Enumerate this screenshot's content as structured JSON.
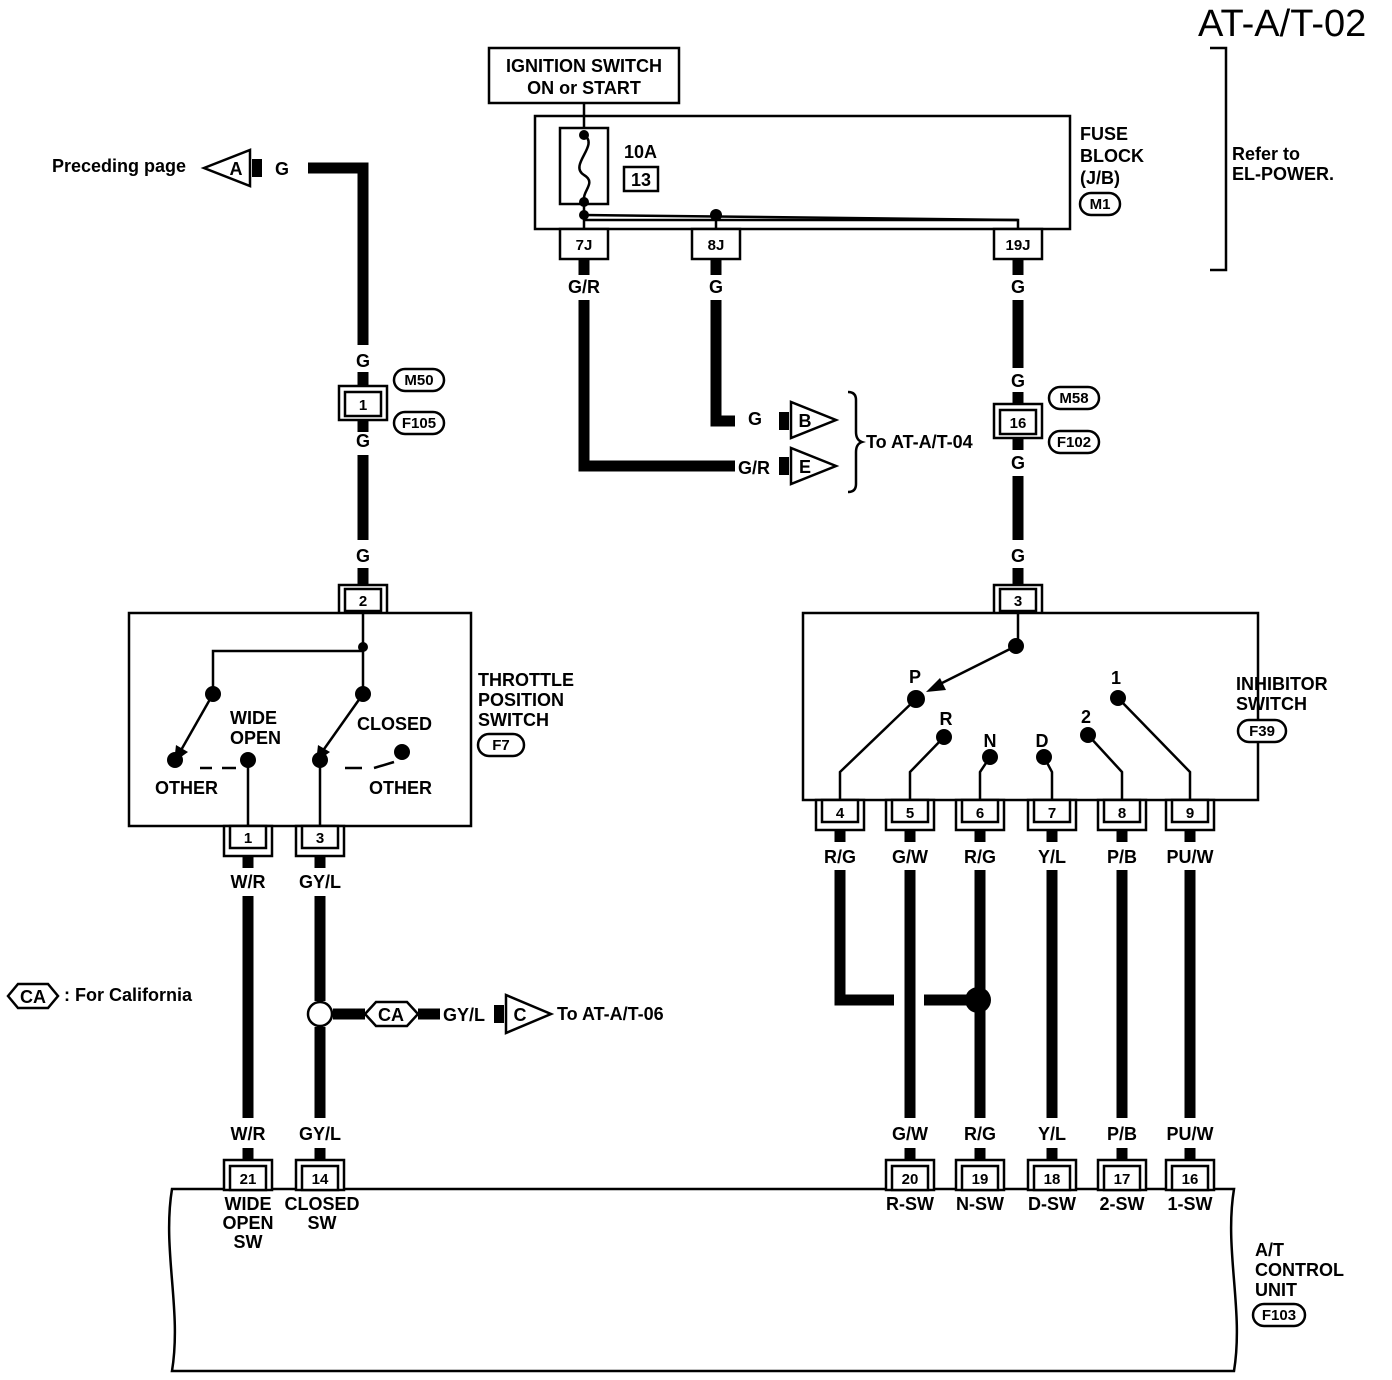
{
  "page_title": "AT-A/T-02",
  "ignition": {
    "line1": "IGNITION SWITCH",
    "line2": "ON or START"
  },
  "fuse_block": {
    "amp": "10A",
    "fuse_no": "13",
    "l1": "FUSE",
    "l2": "BLOCK",
    "l3": "(J/B)",
    "connector": "M1",
    "pins": [
      "7J",
      "8J",
      "19J"
    ]
  },
  "refer": {
    "l1": "Refer to",
    "l2": "EL-POWER."
  },
  "preceding": {
    "label": "Preceding page",
    "marker": "A",
    "color": "G"
  },
  "conn_m50": {
    "pin": "1",
    "top": "M50",
    "bottom": "F105",
    "color_top": "G",
    "color_bottom": "G"
  },
  "conn_m58": {
    "pin": "16",
    "top": "M58",
    "bottom": "F102",
    "color_top": "G",
    "color_bottom": "G"
  },
  "fuse_wires": {
    "w7j": "G/R",
    "w8j": "G",
    "w19j": "G"
  },
  "to_at04": {
    "b_color": "G",
    "b": "B",
    "e_color": "G/R",
    "e": "E",
    "label": "To AT-A/T-04"
  },
  "throttle": {
    "pin_top": "2",
    "color_top": "G",
    "wide1": "WIDE",
    "wide2": "OPEN",
    "closed": "CLOSED",
    "other1": "OTHER",
    "other2": "OTHER",
    "name1": "THROTTLE",
    "name2": "POSITION",
    "name3": "SWITCH",
    "connector": "F7",
    "pins": [
      "1",
      "3"
    ],
    "colors": [
      "W/R",
      "GY/L"
    ]
  },
  "california": {
    "badge": "CA",
    "label": ": For California"
  },
  "to_at06": {
    "badge": "CA",
    "color": "GY/L",
    "marker": "C",
    "label": "To AT-A/T-06"
  },
  "inhibitor": {
    "pin_top": "3",
    "color_top": "G",
    "positions": [
      "P",
      "R",
      "N",
      "D",
      "2",
      "1"
    ],
    "name1": "INHIBITOR",
    "name2": "SWITCH",
    "connector": "F39",
    "pins": [
      "4",
      "5",
      "6",
      "7",
      "8",
      "9"
    ],
    "colors": [
      "R/G",
      "G/W",
      "R/G",
      "Y/L",
      "P/B",
      "PU/W"
    ]
  },
  "ecu": {
    "tp_colors": [
      "W/R",
      "GY/L"
    ],
    "tp_pins": [
      "21",
      "14"
    ],
    "tp_lbl_a1": "WIDE",
    "tp_lbl_a2": "OPEN",
    "tp_lbl_a3": "SW",
    "tp_lbl_b1": "CLOSED",
    "tp_lbl_b2": "SW",
    "in_colors": [
      "G/W",
      "R/G",
      "Y/L",
      "P/B",
      "PU/W"
    ],
    "in_pins": [
      "20",
      "19",
      "18",
      "17",
      "16"
    ],
    "in_labels": [
      "R-SW",
      "N-SW",
      "D-SW",
      "2-SW",
      "1-SW"
    ],
    "name1": "A/T",
    "name2": "CONTROL",
    "name3": "UNIT",
    "connector": "F103"
  }
}
